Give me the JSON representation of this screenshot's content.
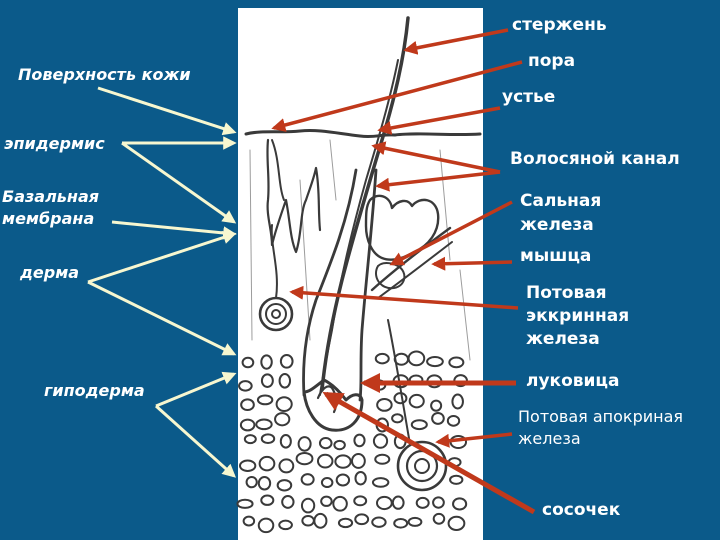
{
  "left_labels": {
    "skin_surface": "Поверхность кожи",
    "epidermis": "эпидермис",
    "basement_membrane_1": "Базальная",
    "basement_membrane_2": "мембрана",
    "dermis": "дерма",
    "hypodermis": "гиподерма"
  },
  "right_labels": {
    "shaft": "стержень",
    "pore": "пора",
    "orifice": "устье",
    "hair_canal": "Волосяной канал",
    "sebaceous_1": "Сальная",
    "sebaceous_2": "железа",
    "muscle": "мышца",
    "eccrine_1": "Потовая",
    "eccrine_2": "эккринная",
    "eccrine_3": "железа",
    "bulb": "луковица",
    "apocrine_1": "Потовая апокриная",
    "apocrine_2": "железа",
    "papilla": "сосочек"
  },
  "colors": {
    "background": "#0b5a8a",
    "panel": "#ffffff",
    "ink": "#3a3a3a",
    "left_arrow": "#f7f7d0",
    "right_arrow": "#c0391b",
    "label_text": "#ffffff"
  }
}
